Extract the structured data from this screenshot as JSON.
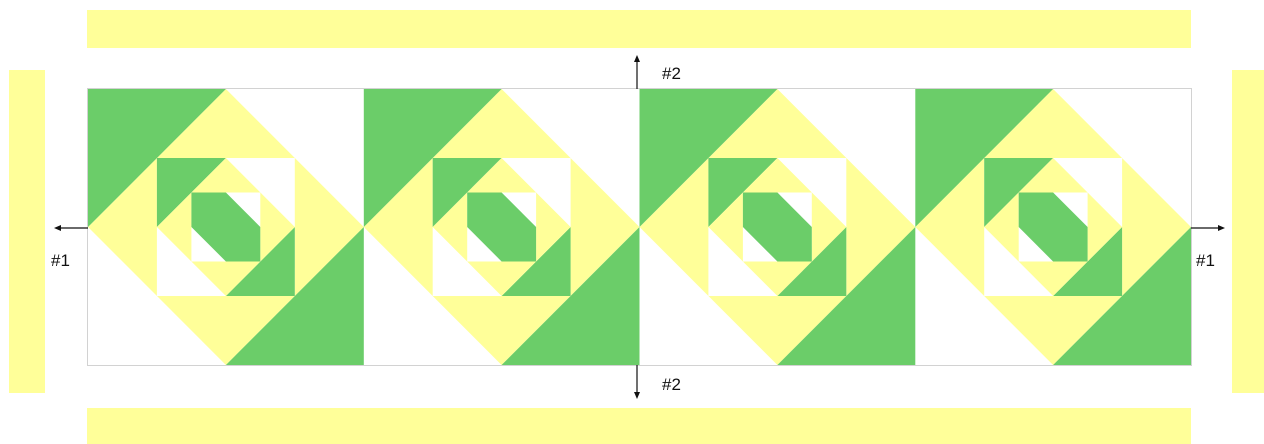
{
  "labels": {
    "left": "#1",
    "right": "#1",
    "top": "#2",
    "bottom": "#2"
  },
  "colors": {
    "border_fabric": "#ffff99",
    "green": "#6bcd69",
    "yellow": "#ffff99",
    "background": "#ffffff"
  },
  "quilt": {
    "block_count": 4
  }
}
